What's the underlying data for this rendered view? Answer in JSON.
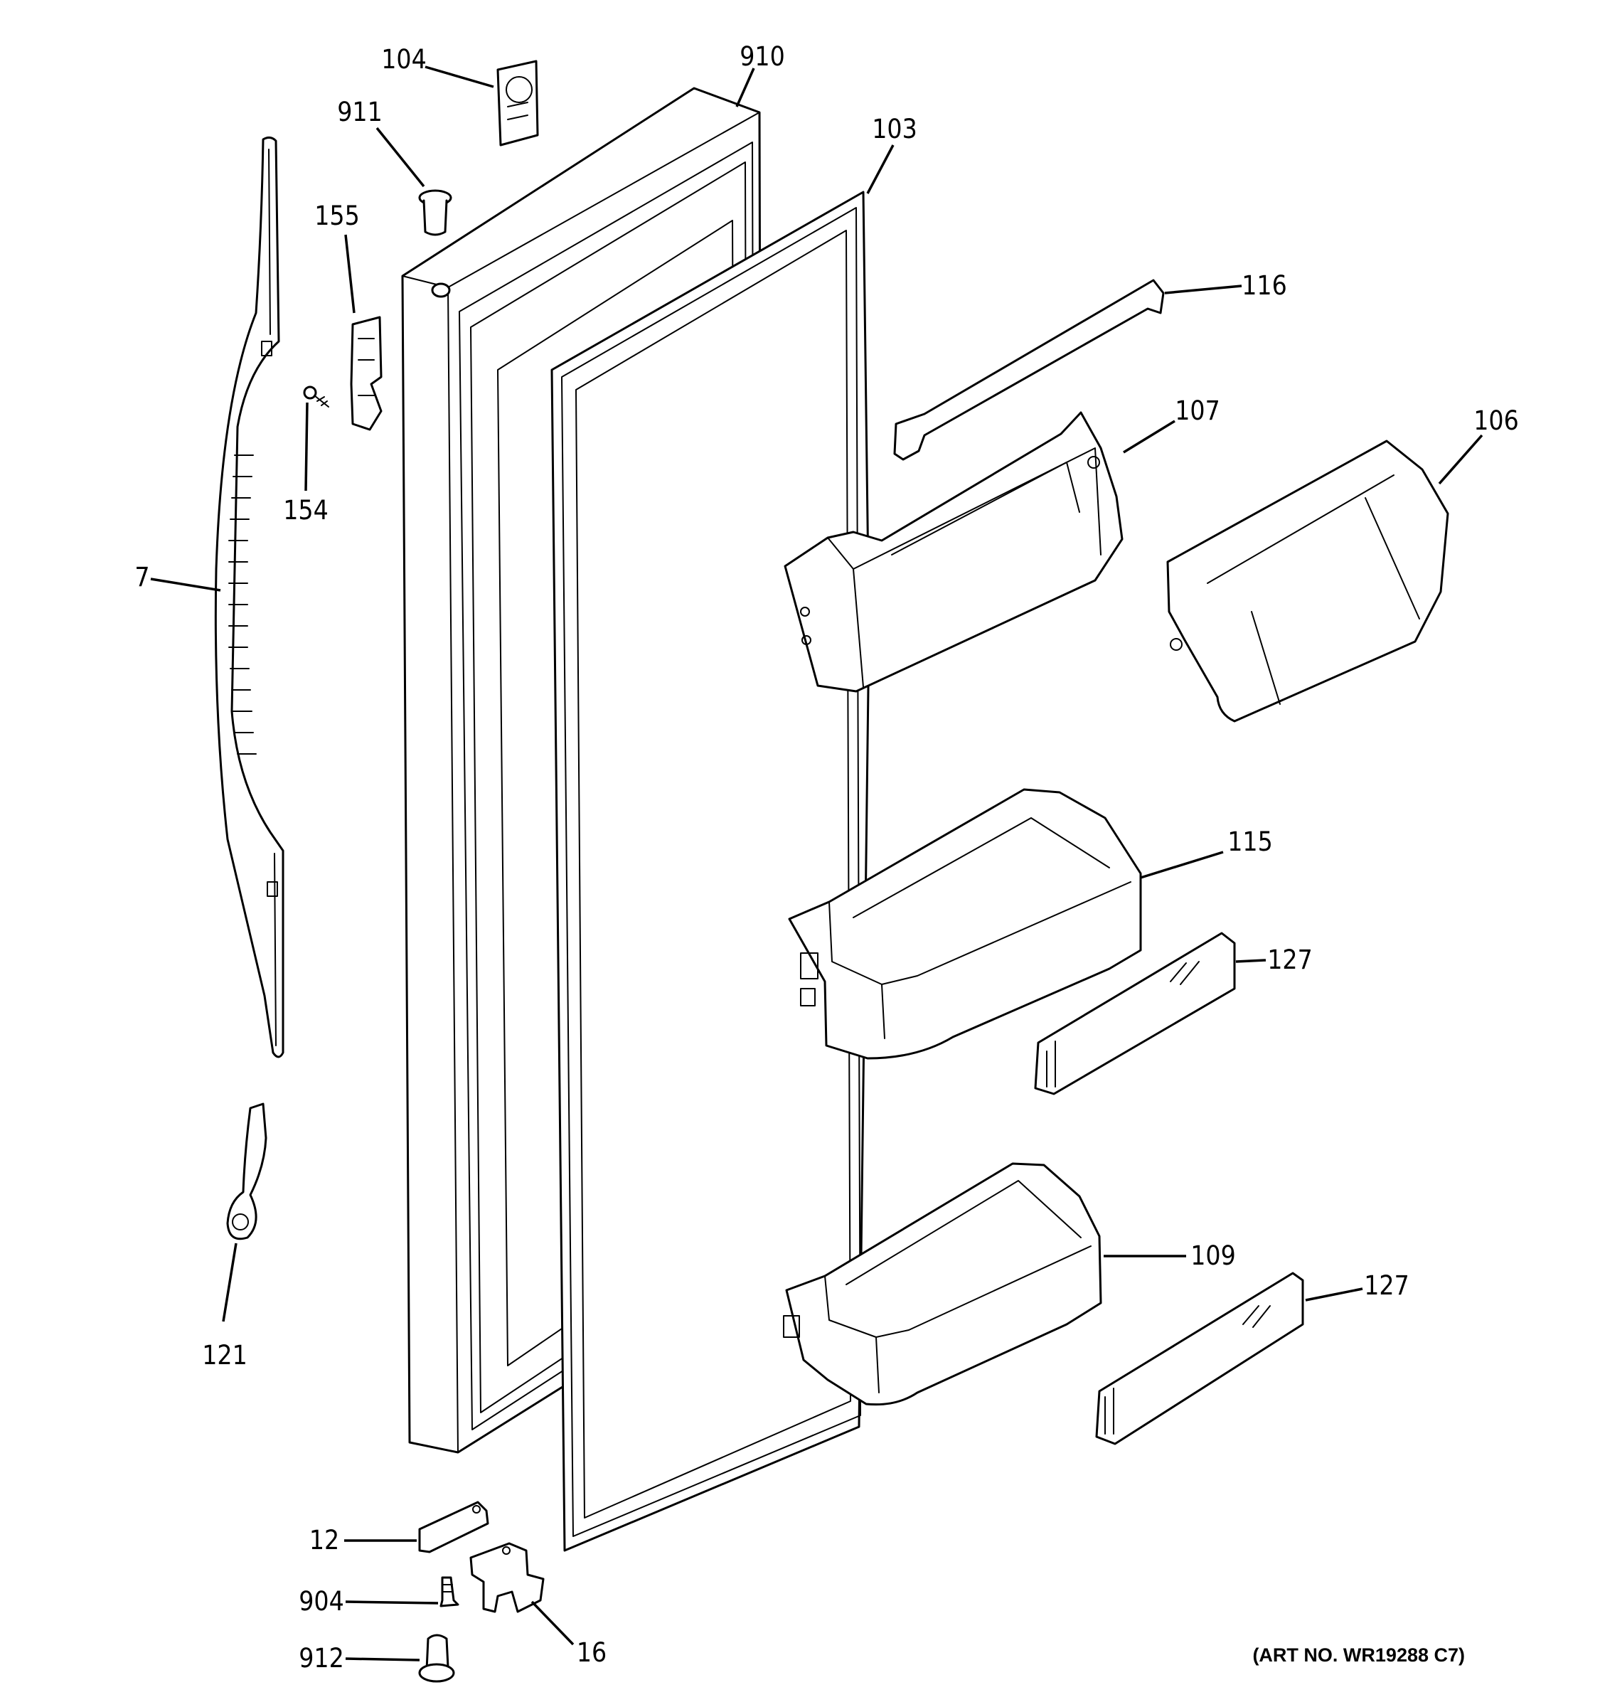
{
  "diagram": {
    "art_number": "(ART NO. WR19288 C7)",
    "callouts": {
      "c104": "104",
      "c910": "910",
      "c911": "911",
      "c103": "103",
      "c155": "155",
      "c116": "116",
      "c107": "107",
      "c106": "106",
      "c154": "154",
      "c7": "7",
      "c115": "115",
      "c127a": "127",
      "c109": "109",
      "c127b": "127",
      "c121": "121",
      "c12": "12",
      "c904": "904",
      "c16": "16",
      "c912": "912"
    }
  }
}
